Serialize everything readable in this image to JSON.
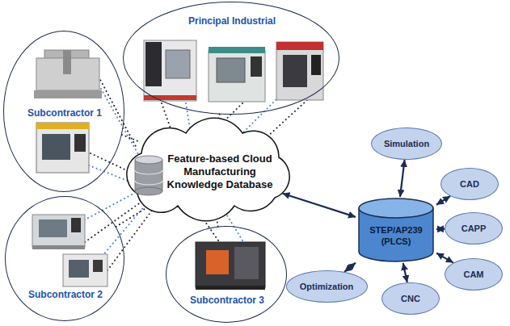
{
  "diagram": {
    "nodes": [
      {
        "text": [
          "Principal Industrial"
        ]
      },
      {
        "text": [
          "Subcontractor 1"
        ]
      },
      {
        "text": [
          "Feature-based Cloud Manufacturing Knowledge Database"
        ]
      },
      {
        "text": [
          "Simulation"
        ]
      },
      {
        "text": [
          "CAD"
        ]
      },
      {
        "text": [
          "STEP/AP239 (PLCS)"
        ]
      },
      {
        "text": [
          "CAPP"
        ]
      },
      {
        "text": [
          "Subcontractor 2"
        ]
      },
      {
        "text": [
          "Subcontractor 3"
        ]
      },
      {
        "text": [
          "CAM"
        ]
      },
      {
        "text": [
          "Optimization"
        ]
      },
      {
        "text": [
          "CNC"
        ]
      }
    ],
    "edges": [
      {
        "from": 0,
        "to": 2,
        "arrow": "none"
      },
      {
        "from": 1,
        "to": 2,
        "arrow": "none"
      },
      {
        "from": 7,
        "to": 2,
        "arrow": "none"
      },
      {
        "from": 8,
        "to": 2,
        "arrow": "none"
      },
      {
        "from": 2,
        "to": 5,
        "arrow": "both"
      },
      {
        "from": 5,
        "to": 3,
        "arrow": "both"
      },
      {
        "from": 5,
        "to": 4,
        "arrow": "both"
      },
      {
        "from": 5,
        "to": 6,
        "arrow": "both"
      },
      {
        "from": 5,
        "to": 9,
        "arrow": "both"
      },
      {
        "from": 5,
        "to": 11,
        "arrow": "both"
      },
      {
        "from": 5,
        "to": 10,
        "arrow": "both"
      }
    ]
  }
}
